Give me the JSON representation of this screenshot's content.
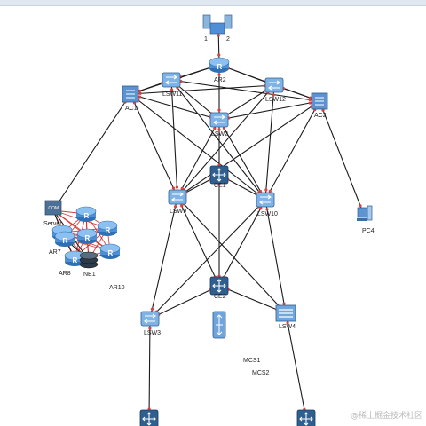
{
  "title": "",
  "colors": {
    "link": "#1a1a1a",
    "port_dot": "#e0403c",
    "router_fill": "#4f8fd6",
    "switch_fill": "#7fb3e6",
    "core_fill": "#2f5f8f",
    "ac_fill": "#5b93cf",
    "cluster_link": "#d21f1f"
  },
  "nodes": [
    {
      "id": "internet",
      "kind": "internet",
      "label": "",
      "port_left": "1",
      "port_right": "2"
    },
    {
      "id": "AR2",
      "kind": "router",
      "label": "AR2"
    },
    {
      "id": "LSW11",
      "kind": "switch",
      "label": "LSW11"
    },
    {
      "id": "LSW12",
      "kind": "switch",
      "label": "LSW12"
    },
    {
      "id": "AC1",
      "kind": "ac",
      "label": "AC1"
    },
    {
      "id": "AC2",
      "kind": "ac",
      "label": "AC2"
    },
    {
      "id": "LSW2",
      "kind": "switch",
      "label": "LSW2"
    },
    {
      "id": "CE1",
      "kind": "core",
      "label": "CE1"
    },
    {
      "id": "LSW9",
      "kind": "switch",
      "label": "LSW9"
    },
    {
      "id": "LSW10",
      "kind": "switch",
      "label": "LSW10"
    },
    {
      "id": "PC4",
      "kind": "pc",
      "label": "PC4"
    },
    {
      "id": "Server",
      "kind": "server",
      "label": "Server"
    },
    {
      "id": "AR7",
      "kind": "router",
      "label": "AR7"
    },
    {
      "id": "AR8",
      "kind": "router",
      "label": "AR8"
    },
    {
      "id": "NE1",
      "kind": "ne",
      "label": "NE1"
    },
    {
      "id": "CE2",
      "kind": "core",
      "label": "CE2"
    },
    {
      "id": "LSW3",
      "kind": "switch",
      "label": "LSW3"
    },
    {
      "id": "LSW4",
      "kind": "l3switch",
      "label": "LSW4"
    },
    {
      "id": "standby",
      "kind": "standby",
      "label": ""
    },
    {
      "id": "bottom1",
      "kind": "core",
      "label": ""
    },
    {
      "id": "bottom2",
      "kind": "core",
      "label": ""
    }
  ],
  "links": [
    [
      "internet",
      "AR2"
    ],
    [
      "AR2",
      "LSW11"
    ],
    [
      "AR2",
      "LSW12"
    ],
    [
      "AR2",
      "AC1"
    ],
    [
      "AR2",
      "AC2"
    ],
    [
      "AR2",
      "LSW2"
    ],
    [
      "LSW11",
      "AC1"
    ],
    [
      "LSW11",
      "LSW2"
    ],
    [
      "LSW11",
      "LSW9"
    ],
    [
      "LSW11",
      "LSW10"
    ],
    [
      "LSW11",
      "AC2"
    ],
    [
      "LSW12",
      "AC2"
    ],
    [
      "LSW12",
      "LSW2"
    ],
    [
      "LSW12",
      "LSW9"
    ],
    [
      "LSW12",
      "LSW10"
    ],
    [
      "LSW12",
      "AC1"
    ],
    [
      "AC1",
      "LSW2"
    ],
    [
      "AC1",
      "LSW9"
    ],
    [
      "AC1",
      "LSW10"
    ],
    [
      "AC1",
      "Server"
    ],
    [
      "AC2",
      "LSW2"
    ],
    [
      "AC2",
      "LSW9"
    ],
    [
      "AC2",
      "LSW10"
    ],
    [
      "AC2",
      "PC4"
    ],
    [
      "LSW2",
      "CE1"
    ],
    [
      "LSW2",
      "LSW9"
    ],
    [
      "LSW2",
      "LSW10"
    ],
    [
      "CE1",
      "LSW9"
    ],
    [
      "CE1",
      "LSW10"
    ],
    [
      "CE1",
      "CE2"
    ],
    [
      "LSW9",
      "CE2"
    ],
    [
      "LSW9",
      "LSW3"
    ],
    [
      "LSW9",
      "LSW4"
    ],
    [
      "LSW10",
      "CE2"
    ],
    [
      "LSW10",
      "LSW3"
    ],
    [
      "LSW10",
      "LSW4"
    ],
    [
      "CE2",
      "LSW3"
    ],
    [
      "CE2",
      "LSW4"
    ],
    [
      "LSW3",
      "bottom1"
    ],
    [
      "LSW4",
      "bottom2"
    ]
  ],
  "cluster_links": [
    [
      "Server",
      "AR7"
    ],
    [
      "Server",
      "NE1"
    ],
    [
      "AR7",
      "NE1"
    ],
    [
      "AR8",
      "NE1"
    ],
    [
      "AR7",
      "AR8"
    ],
    [
      "NE1",
      "AR8"
    ]
  ],
  "free_labels": [
    {
      "id": "ar10",
      "text": "AR10"
    },
    {
      "id": "mcs1",
      "text": "MCS1"
    },
    {
      "id": "mcs2",
      "text": "MCS2"
    }
  ],
  "watermark": "@稀土掘金技术社区"
}
